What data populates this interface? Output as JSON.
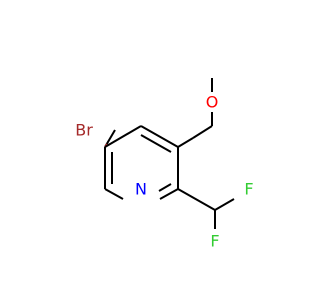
{
  "molecule": {
    "atoms": {
      "bromine": {
        "symbol": "Br",
        "color": "#a52a2a"
      },
      "oxygen": {
        "symbol": "O",
        "color": "#ff0000"
      },
      "nitrogen": {
        "symbol": "N",
        "color": "#0000ff"
      },
      "fluorine_upper": {
        "symbol": "F",
        "color": "#33cc33"
      },
      "fluorine_lower": {
        "symbol": "F",
        "color": "#33cc33"
      }
    },
    "bond_color": "#000000"
  }
}
